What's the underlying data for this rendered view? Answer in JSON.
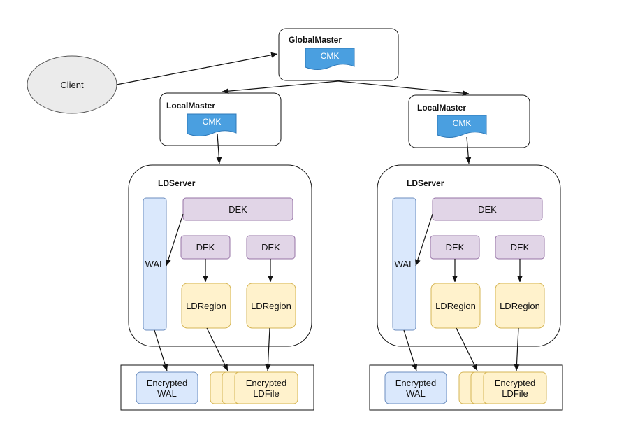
{
  "client": {
    "label": "Client"
  },
  "global_master": {
    "title": "GlobalMaster",
    "key": "CMK"
  },
  "local_masters": [
    {
      "title": "LocalMaster",
      "key": "CMK"
    },
    {
      "title": "LocalMaster",
      "key": "CMK"
    }
  ],
  "servers": [
    {
      "title": "LDServer",
      "wal": "WAL",
      "shared_key": "DEK",
      "region_keys": [
        "DEK",
        "DEK"
      ],
      "regions": [
        "LDRegion",
        "LDRegion"
      ],
      "storage": {
        "wal": "Encrypted\nWAL",
        "file": "Encrypted\nLDFile"
      }
    },
    {
      "title": "LDServer",
      "wal": "WAL",
      "shared_key": "DEK",
      "region_keys": [
        "DEK",
        "DEK"
      ],
      "regions": [
        "LDRegion",
        "LDRegion"
      ],
      "storage": {
        "wal": "Encrypted\nWAL",
        "file": "Encrypted\nLDFile"
      }
    }
  ],
  "colors": {
    "cmk_fill": "#4a9fe0",
    "cmk_stroke": "#2f79b8",
    "dek_fill": "#e1d5e7",
    "dek_stroke": "#9673a6",
    "region_fill": "#fff2cc",
    "region_stroke": "#d6b656",
    "wal_fill": "#dae8fc",
    "wal_stroke": "#6c8ebf",
    "client_fill": "#ebebeb",
    "client_stroke": "#555555"
  }
}
